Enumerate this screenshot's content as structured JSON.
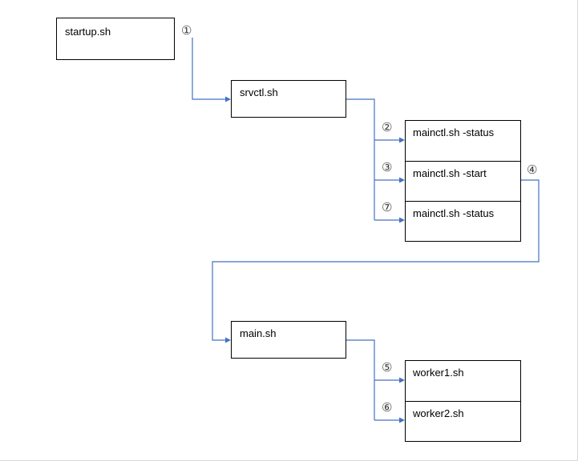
{
  "diagram": {
    "nodes": {
      "startup": {
        "label": "startup.sh"
      },
      "srvctl": {
        "label": "srvctl.sh"
      },
      "mainctl_status_1": {
        "label": "mainctl.sh -status"
      },
      "mainctl_start": {
        "label": "mainctl.sh -start"
      },
      "mainctl_status_2": {
        "label": "mainctl.sh -status"
      },
      "main": {
        "label": "main.sh"
      },
      "worker1": {
        "label": "worker1.sh"
      },
      "worker2": {
        "label": "worker2.sh"
      }
    },
    "steps": {
      "s1": "①",
      "s2": "②",
      "s3": "③",
      "s4": "④",
      "s5": "⑤",
      "s6": "⑥",
      "s7": "⑦"
    },
    "colors": {
      "connector": "#4472C4",
      "box_border": "#000000",
      "background": "#FFFFFF",
      "text": "#000000"
    }
  }
}
